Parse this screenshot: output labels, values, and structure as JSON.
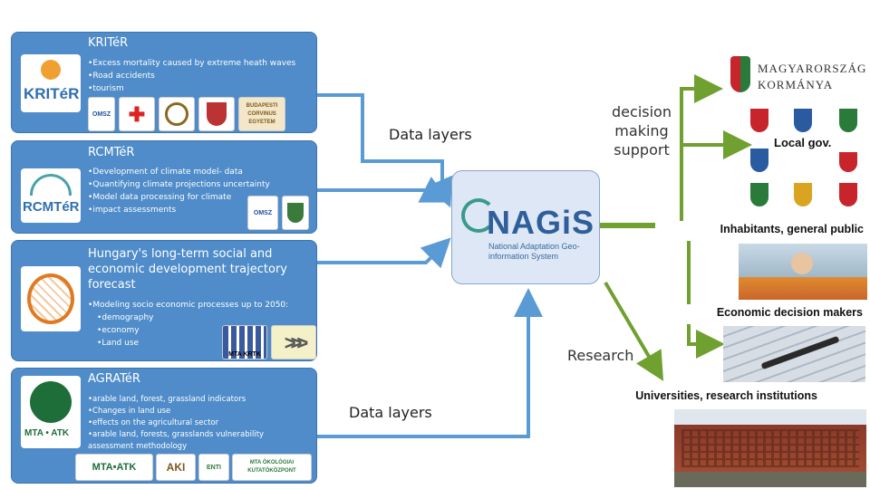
{
  "panels": {
    "kriter": {
      "title": "KRITéR",
      "logo_text": "KRITéR",
      "bullets": [
        "Excess mortality caused by extreme heath waves",
        "Road accidents",
        "tourism"
      ],
      "strip": [
        "OMSZ",
        "BUDAPESTI CORVINUS EGYETEM"
      ]
    },
    "rcmter": {
      "title": "RCMTéR",
      "logo_text": "RCMTéR",
      "bullets": [
        "Development of climate model- data",
        "Quantifying climate projections uncertainty",
        "Model data processing for climate",
        "impact assessments"
      ],
      "strip": [
        "OMSZ"
      ]
    },
    "hungary": {
      "title": "Hungary's long-term social and economic development trajectory forecast",
      "bullets": [
        "Modeling socio economic processes up to 2050:"
      ],
      "sub_bullets": [
        "demography",
        "economy",
        "Land use"
      ],
      "strip": [
        "MTA KRTK"
      ]
    },
    "agrater": {
      "title": "AGRATéR",
      "logo_text": "MTA • ATK",
      "bullets": [
        "arable land, forest, grassland indicators",
        "Changes in land use",
        "effects on the agricultural sector",
        "arable land, forests, grasslands vulnerability assessment methodology"
      ],
      "strip": [
        "MTA•ATK",
        "AKI",
        "ENTI",
        "MTA ÖKOLÓGIAI KUTATÓKÖZPONT"
      ]
    }
  },
  "labels": {
    "data_layers_top": "Data layers",
    "data_layers_bottom": "Data layers",
    "decision_support": "decision making support",
    "research": "Research"
  },
  "center": {
    "logo_main": "NAGiS",
    "logo_sub": "National Adaptation Geo-information System"
  },
  "right": {
    "government_line1": "MAGYARORSZÁG",
    "government_line2": "KORMÁNYA",
    "local_gov": "Local gov.",
    "inhabitants": "Inhabitants, general public",
    "economic": "Economic decision makers",
    "universities": "Universities, research institutions"
  },
  "colors": {
    "panel_blue": "#4f8cc9",
    "arrow_blue": "#5b9bd5",
    "arrow_green": "#70a030",
    "nagis_bg": "#dde7f5"
  }
}
